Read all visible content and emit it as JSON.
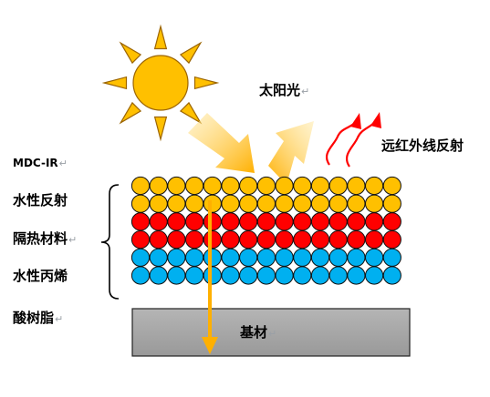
{
  "labels": {
    "sunlight": "太阳光",
    "far_infrared": "远红外线反射",
    "product": "MDC-IR",
    "layer_reflect": "水性反射",
    "layer_insulation": "隔热材料",
    "layer_acrylic_1": "水性丙烯",
    "layer_acrylic_2": "酸树脂",
    "substrate": "基材",
    "return_mark": "↵"
  },
  "layers": [
    {
      "name": "reflective",
      "color": "#FFC000",
      "rows": 2
    },
    {
      "name": "insulation",
      "color": "#FF0000",
      "rows": 2
    },
    {
      "name": "acrylic",
      "color": "#00B0F0",
      "rows": 2
    }
  ],
  "colors": {
    "sun": "#FFC000",
    "sun_stroke": "#9C6500",
    "ir_arrow": "#FF0000",
    "substrate": "#A6A6A6",
    "arrow_gold": "#FFB000"
  },
  "icons": [
    "sun-icon",
    "incoming-light-arrow-icon",
    "reflected-light-arrow-icon",
    "infrared-arrow-icon",
    "bracket-icon",
    "penetration-arrow-icon"
  ]
}
